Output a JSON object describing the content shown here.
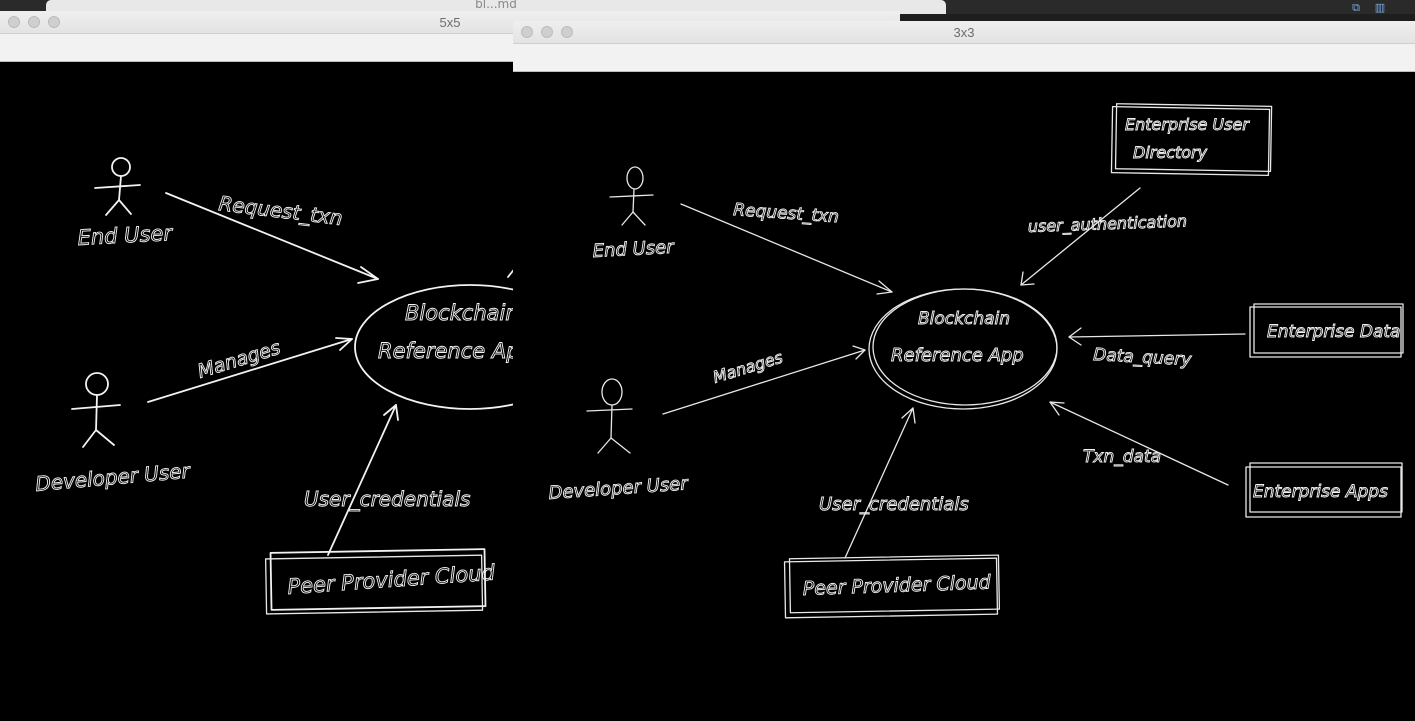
{
  "background_window": {
    "title": "bl...md"
  },
  "window_5x5": {
    "title": "5x5",
    "diagram": {
      "end_user": "End User",
      "request_txn": "Request_txn",
      "developer_user": "Developer User",
      "manages": "Manages",
      "app_line1": "Blockchain",
      "app_line2": "Reference App",
      "user_credentials": "User_credentials",
      "peer_provider_cloud": "Peer Provider Cloud"
    }
  },
  "window_3x3": {
    "title": "3x3",
    "diagram": {
      "end_user": "End User",
      "request_txn": "Request_txn",
      "developer_user": "Developer User",
      "manages": "Manages",
      "app_line1": "Blockchain",
      "app_line2": "Reference App",
      "user_credentials": "User_credentials",
      "peer_provider_cloud": "Peer Provider Cloud",
      "enterprise_user_directory_line1": "Enterprise User",
      "enterprise_user_directory_line2": "Directory",
      "user_authentication": "user_authentication",
      "enterprise_data": "Enterprise Data",
      "data_query": "Data_query",
      "txn_data": "Txn_data",
      "enterprise_apps": "Enterprise Apps"
    }
  },
  "colors": {
    "canvas": "#000000",
    "ink": "#f2f2f2",
    "titlebar": "#e8e8e8"
  }
}
